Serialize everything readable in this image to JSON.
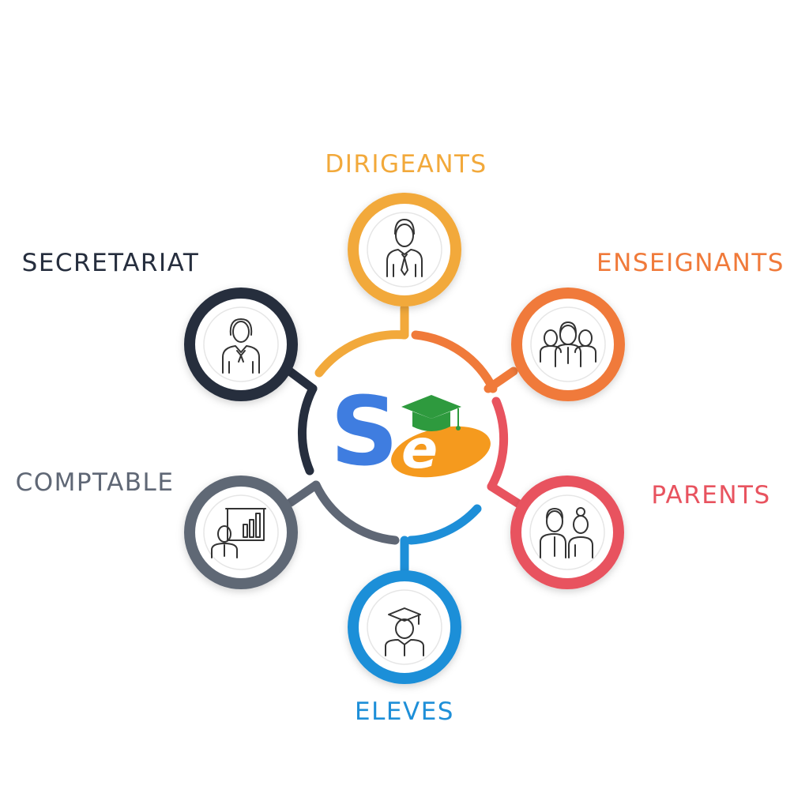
{
  "labels": {
    "dirigeants": "DIRIGEANTS",
    "enseignants": "ENSEIGNANTS",
    "parents": "PARENTS",
    "eleves": "ELEVES",
    "comptable": "COMPTABLE",
    "secretariat": "SECRETARIAT"
  },
  "logo": {
    "letter_s": "S",
    "letter_e": "e"
  },
  "icons": {
    "dirigeants": "manager-tie-icon",
    "enseignants": "teachers-group-icon",
    "parents": "parents-couple-icon",
    "eleves": "graduate-student-icon",
    "comptable": "accountant-chart-icon",
    "secretariat": "secretary-woman-icon"
  },
  "colors": {
    "dirigeants": "#F2A93B",
    "enseignants": "#F07A3A",
    "parents": "#E8535F",
    "eleves": "#1E8FD8",
    "comptable": "#5F6775",
    "secretariat": "#262E3E",
    "logo_blue": "#3F7DE0",
    "logo_orange": "#F59A1E",
    "logo_green": "#2E9A3E"
  }
}
